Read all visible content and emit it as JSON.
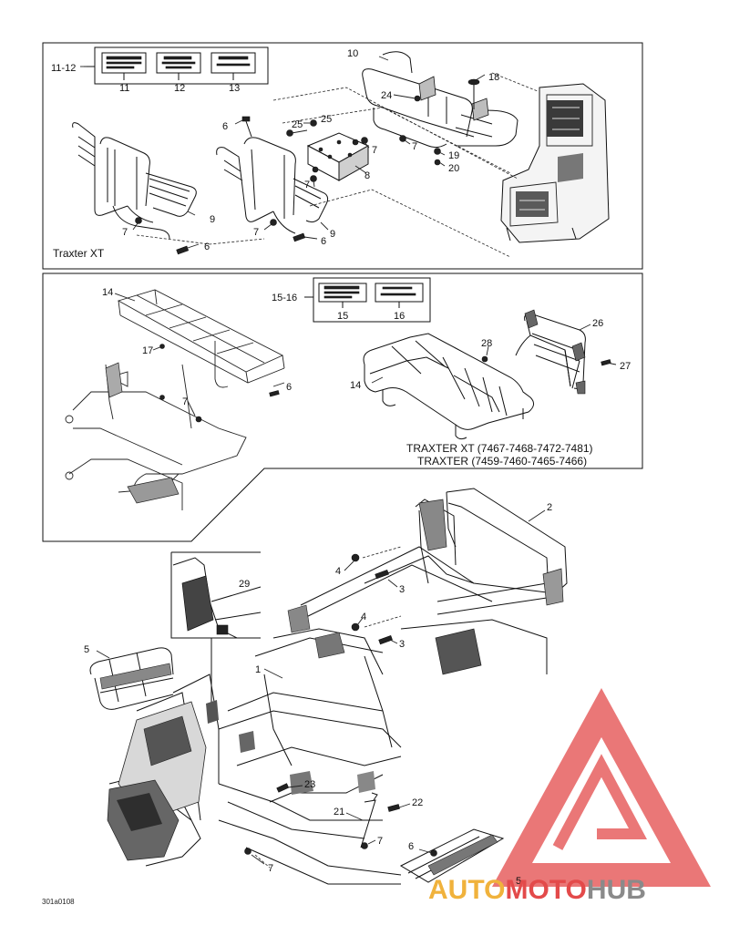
{
  "panel_top": {
    "callouts": [
      "11-12",
      "11",
      "12",
      "13",
      "10",
      "18",
      "24",
      "6",
      "25",
      "25",
      "7",
      "8",
      "7",
      "19",
      "20",
      "7",
      "9",
      "9",
      "7",
      "6",
      "7",
      "6"
    ],
    "model_label": "Traxter XT"
  },
  "panel_mid": {
    "callouts": [
      "14",
      "15-16",
      "15",
      "16",
      "17",
      "7",
      "6",
      "14",
      "28",
      "26",
      "27"
    ],
    "model_line_1": "TRAXTER XT (7467-7468-7472-7481)",
    "model_line_2": "TRAXTER (7459-7460-7465-7466)"
  },
  "frame": {
    "callouts": [
      "2",
      "4",
      "3",
      "4",
      "3",
      "29",
      "5",
      "1",
      "23",
      "22",
      "21",
      "7",
      "6",
      "7",
      "5"
    ]
  },
  "figure_code": "301a0108",
  "watermark": {
    "brand_a": "AUTO",
    "brand_b": "MOTO",
    "brand_c": "HUB",
    "colors": {
      "red": "#e34a4a",
      "orange": "#f0b23c",
      "gray": "#8a8a8a"
    }
  }
}
